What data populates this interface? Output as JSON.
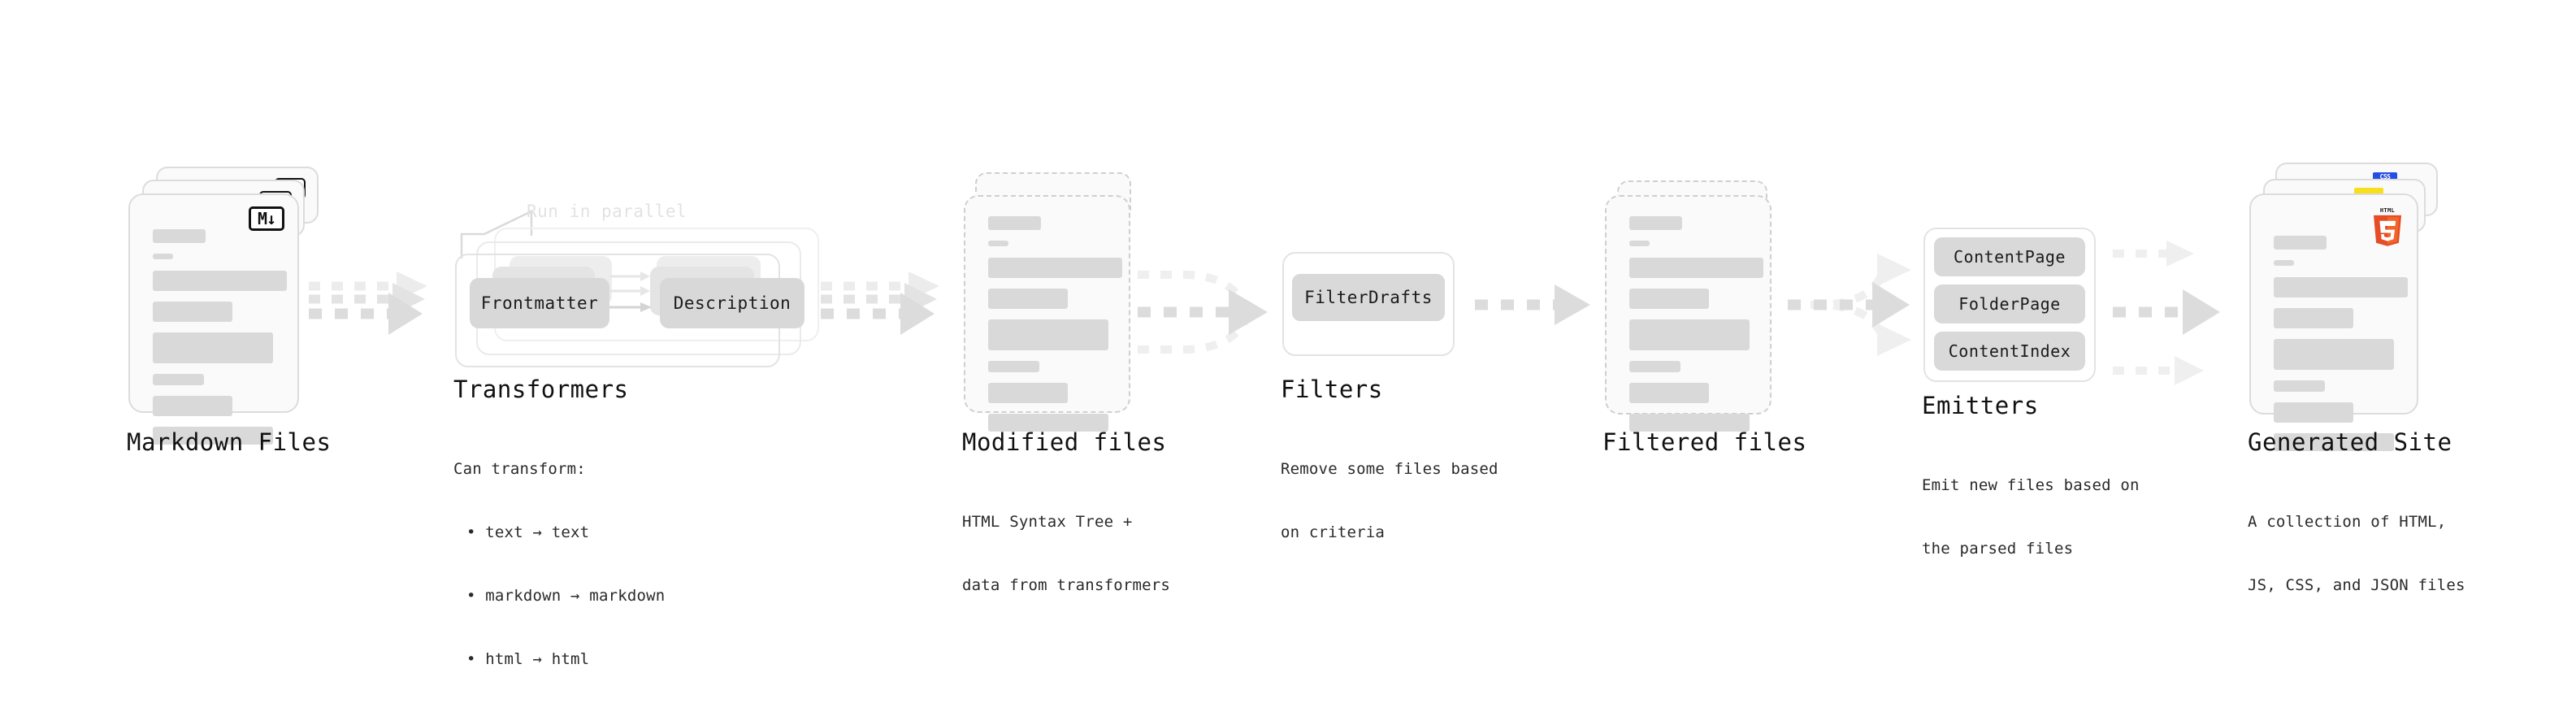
{
  "diagram": {
    "type": "pipeline-flow",
    "stages": [
      {
        "id": "markdown-files",
        "title": "Markdown Files",
        "subtitle": "",
        "badge": "M↓"
      },
      {
        "id": "transformers",
        "title": "Transformers",
        "subtitle": "Can transform:\n • text → text\n • markdown → markdown\n • html → html",
        "annotation": "Run in parallel",
        "pills": [
          "Frontmatter",
          "Description"
        ]
      },
      {
        "id": "modified-files",
        "title": "Modified files",
        "subtitle": "HTML Syntax Tree +\ndata from transformers"
      },
      {
        "id": "filters",
        "title": "Filters",
        "subtitle": "Remove some files based\non criteria",
        "pills": [
          "FilterDrafts"
        ]
      },
      {
        "id": "filtered-files",
        "title": "Filtered files",
        "subtitle": ""
      },
      {
        "id": "emitters",
        "title": "Emitters",
        "subtitle": "Emit new files based on\nthe parsed files",
        "pills": [
          "ContentPage",
          "FolderPage",
          "ContentIndex"
        ]
      },
      {
        "id": "generated-site",
        "title": "Generated Site",
        "subtitle": "A collection of HTML,\nJS, CSS, and JSON files",
        "badges": [
          "HTML5",
          "JS",
          "CSS"
        ]
      }
    ],
    "colors": {
      "text": "#1b1b1b",
      "muted": "#2a2a2a",
      "hint": "#e2e2e2",
      "card_fill": "#fafafa",
      "card_border": "#dcdcdc",
      "bar": "#d9d9d9",
      "pill": "#d8d8d8",
      "arrow": "#dcdcdc",
      "html5": "#e44d26",
      "js": "#f7df1e",
      "css": "#264de4"
    }
  },
  "labels": {
    "markdown_title": "Markdown Files",
    "markdown_badge": "M↓",
    "transformers_title": "Transformers",
    "transformers_sub": "Can transform:",
    "transformers_b1": "• text → text",
    "transformers_b2": "• markdown → markdown",
    "transformers_b3": "• html → html",
    "run_in_parallel": "Run in parallel",
    "pill_frontmatter": "Frontmatter",
    "pill_description": "Description",
    "modified_title": "Modified files",
    "modified_sub1": "HTML Syntax Tree +",
    "modified_sub2": "data from transformers",
    "filters_title": "Filters",
    "filters_sub1": "Remove some files based",
    "filters_sub2": "on criteria",
    "pill_filterdrafts": "FilterDrafts",
    "filtered_title": "Filtered files",
    "emitters_title": "Emitters",
    "emitters_sub1": "Emit new files based on",
    "emitters_sub2": "the parsed files",
    "pill_contentpage": "ContentPage",
    "pill_folderpage": "FolderPage",
    "pill_contentindex": "ContentIndex",
    "generated_title": "Generated Site",
    "generated_sub1": "A collection of HTML,",
    "generated_sub2": "JS, CSS, and JSON files",
    "css_badge": "CSS",
    "html5_badge": "HTML"
  }
}
